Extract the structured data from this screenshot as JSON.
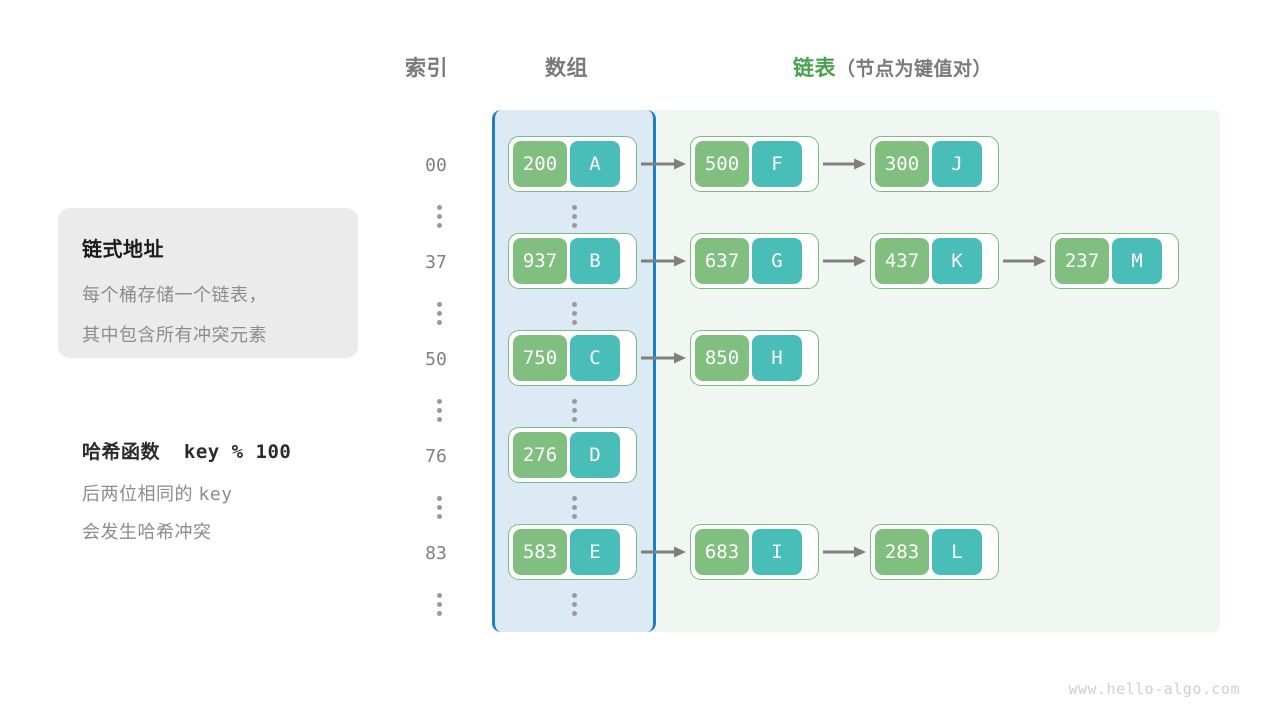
{
  "headers": {
    "index": "索引",
    "array": "数组",
    "list_main": "链表",
    "list_sub": "（节点为键值对）"
  },
  "info_card": {
    "title": "链式地址",
    "line1": "每个桶存储一个链表，",
    "line2": "其中包含所有冲突元素"
  },
  "hash_note": {
    "title_label": "哈希函数",
    "title_expr": "key % 100",
    "line1_a": "后两位相同的",
    "line1_b": "key",
    "line2": "会发生哈希冲突"
  },
  "colors": {
    "key_green": "#80bf80",
    "value_teal": "#49bdb7",
    "node_border": "#7cbb7e",
    "array_panel_bg": "#dceaf6",
    "array_panel_border": "#1f7fc4",
    "list_panel_bg": "#f0f6f1",
    "accent_green_text": "#48a14d",
    "arrow_gray": "#808080",
    "index_text": "#808080",
    "card_bg": "#ebebeb"
  },
  "buckets": [
    {
      "index": "00",
      "bucket": {
        "key": "200",
        "value": "A"
      },
      "chain": [
        {
          "key": "500",
          "value": "F"
        },
        {
          "key": "300",
          "value": "J"
        }
      ]
    },
    {
      "index": "37",
      "bucket": {
        "key": "937",
        "value": "B"
      },
      "chain": [
        {
          "key": "637",
          "value": "G"
        },
        {
          "key": "437",
          "value": "K"
        },
        {
          "key": "237",
          "value": "M"
        }
      ]
    },
    {
      "index": "50",
      "bucket": {
        "key": "750",
        "value": "C"
      },
      "chain": [
        {
          "key": "850",
          "value": "H"
        }
      ]
    },
    {
      "index": "76",
      "bucket": {
        "key": "276",
        "value": "D"
      },
      "chain": []
    },
    {
      "index": "83",
      "bucket": {
        "key": "583",
        "value": "E"
      },
      "chain": [
        {
          "key": "683",
          "value": "I"
        },
        {
          "key": "283",
          "value": "L"
        }
      ]
    }
  ],
  "ellipsis_rows": 6,
  "watermark": "www.hello-algo.com"
}
